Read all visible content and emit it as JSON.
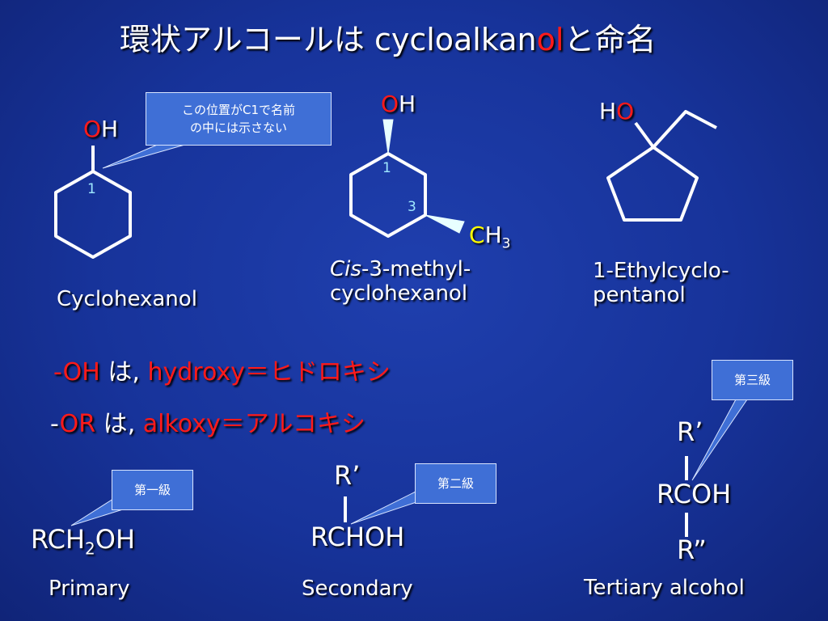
{
  "title": {
    "prefix": "環状アルコールは cycloalkan",
    "highlight": "ol",
    "suffix": "と命名"
  },
  "callout_c1": {
    "line1": "この位置がC1で名前",
    "line2": "の中には示さない"
  },
  "mol1": {
    "o": "O",
    "h": "H",
    "num": "1",
    "name": "Cyclohexanol"
  },
  "mol2": {
    "o": "O",
    "h": "H",
    "num1": "1",
    "num3": "3",
    "c": "C",
    "h3": "H",
    "sub3": "3",
    "name_italic": "Cis",
    "name_rest": "-3-methyl-",
    "name_line2": "cyclohexanol"
  },
  "mol3": {
    "h": "H",
    "o": "O",
    "name_line1": "1-Ethylcyclo-",
    "name_line2": "pentanol"
  },
  "oh_line": {
    "group": "-OH",
    "wa": " は",
    "comma": ",",
    "term": " hydroxy＝ヒドロキシ"
  },
  "or_line": {
    "dash": "-",
    "group": "OR",
    "wa": " は",
    "comma": ",",
    "term": " alkoxy＝アルコキシ"
  },
  "primary": {
    "callout": "第一級",
    "f1": "RCH",
    "sub": "2",
    "f2": "OH",
    "label": "Primary"
  },
  "secondary": {
    "callout": "第二級",
    "r_top": "R’",
    "formula": "RCHOH",
    "label": "Secondary"
  },
  "tertiary": {
    "callout": "第三級",
    "r_top": "R’",
    "formula": "RCOH",
    "r_bottom": "R”",
    "label": "Tertiary alcohol"
  },
  "colors": {
    "background": "#17339a",
    "accent_red": "#ff1a1a",
    "accent_yellow": "#ffff00",
    "callout": "#3f6fd6"
  }
}
